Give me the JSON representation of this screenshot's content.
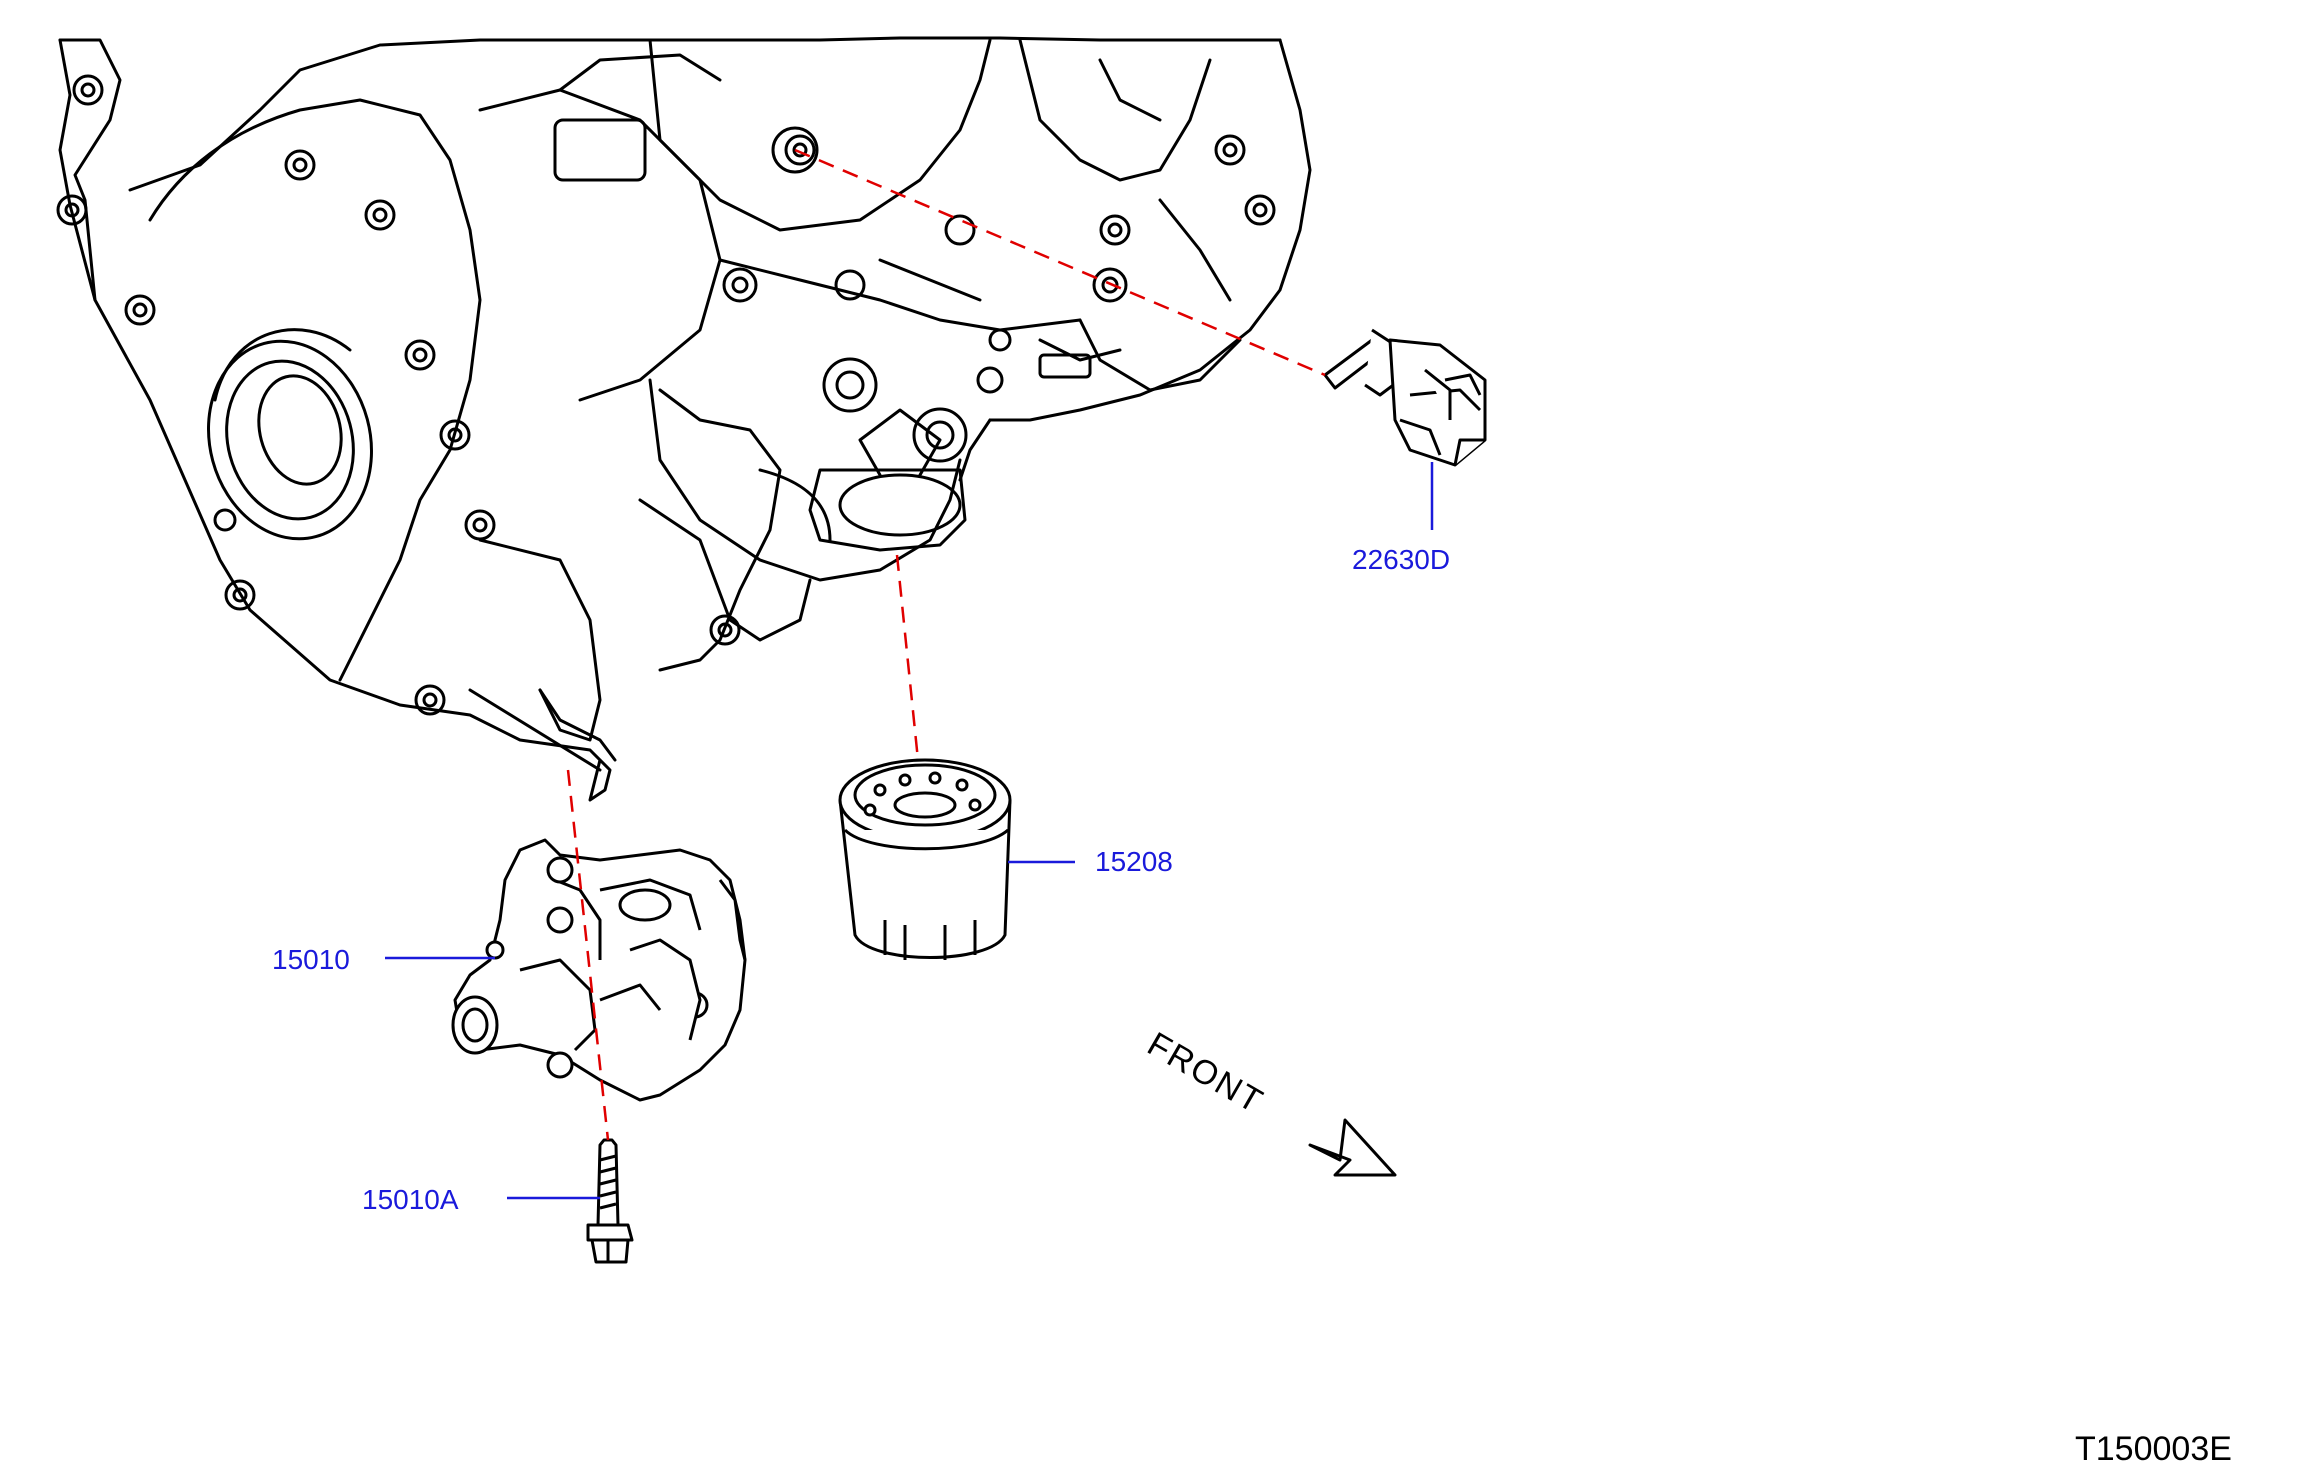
{
  "labels": {
    "sensor": "22630D",
    "filter": "15208",
    "pump": "15010",
    "bolt": "15010A"
  },
  "direction": "FRONT",
  "drawing_code": "T150003E",
  "colors": {
    "line": "#000000",
    "leader": "#1a1adb",
    "dashed": "#e00000",
    "label": "#1a1adb"
  }
}
